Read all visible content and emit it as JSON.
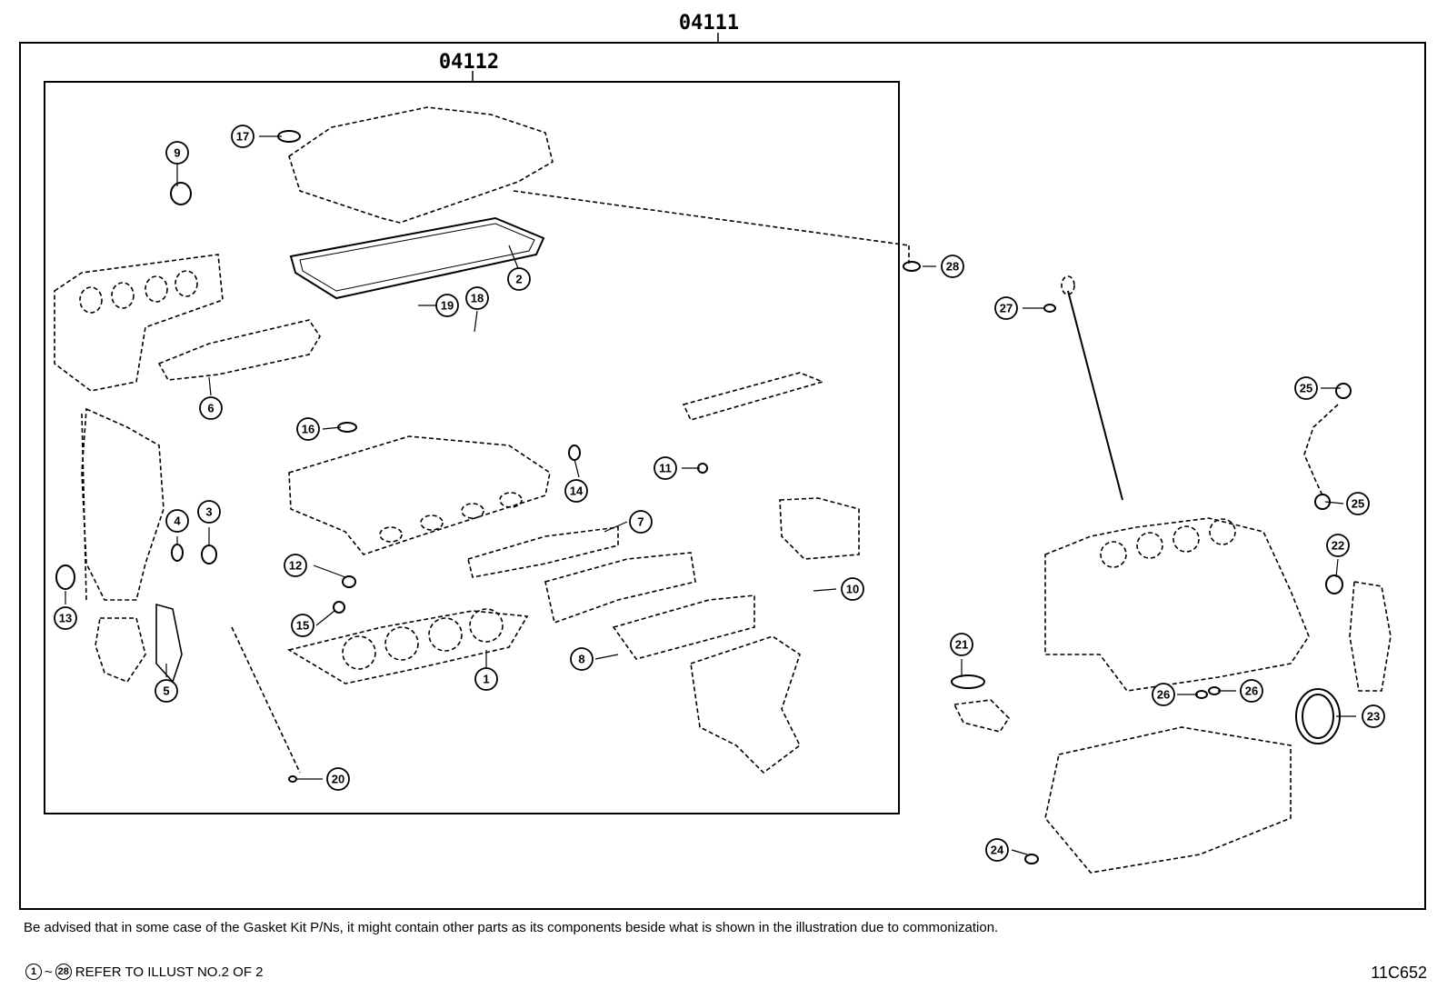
{
  "kits": {
    "outer_code": "04111",
    "inner_code": "04112"
  },
  "callouts": [
    "1",
    "2",
    "3",
    "4",
    "5",
    "6",
    "7",
    "8",
    "9",
    "10",
    "11",
    "12",
    "13",
    "14",
    "15",
    "16",
    "17",
    "18",
    "19",
    "20",
    "21",
    "22",
    "23",
    "24",
    "25",
    "25",
    "26",
    "26",
    "27",
    "28"
  ],
  "note": "Be advised that in some case of the Gasket Kit P/Ns,  it might contain other parts as its components beside what is shown in the illustration due to commonization.",
  "reference": {
    "from": "1",
    "tilde": "~",
    "to": "28",
    "text": "REFER TO ILLUST NO.2 OF 2"
  },
  "illustration_id": "11C652"
}
